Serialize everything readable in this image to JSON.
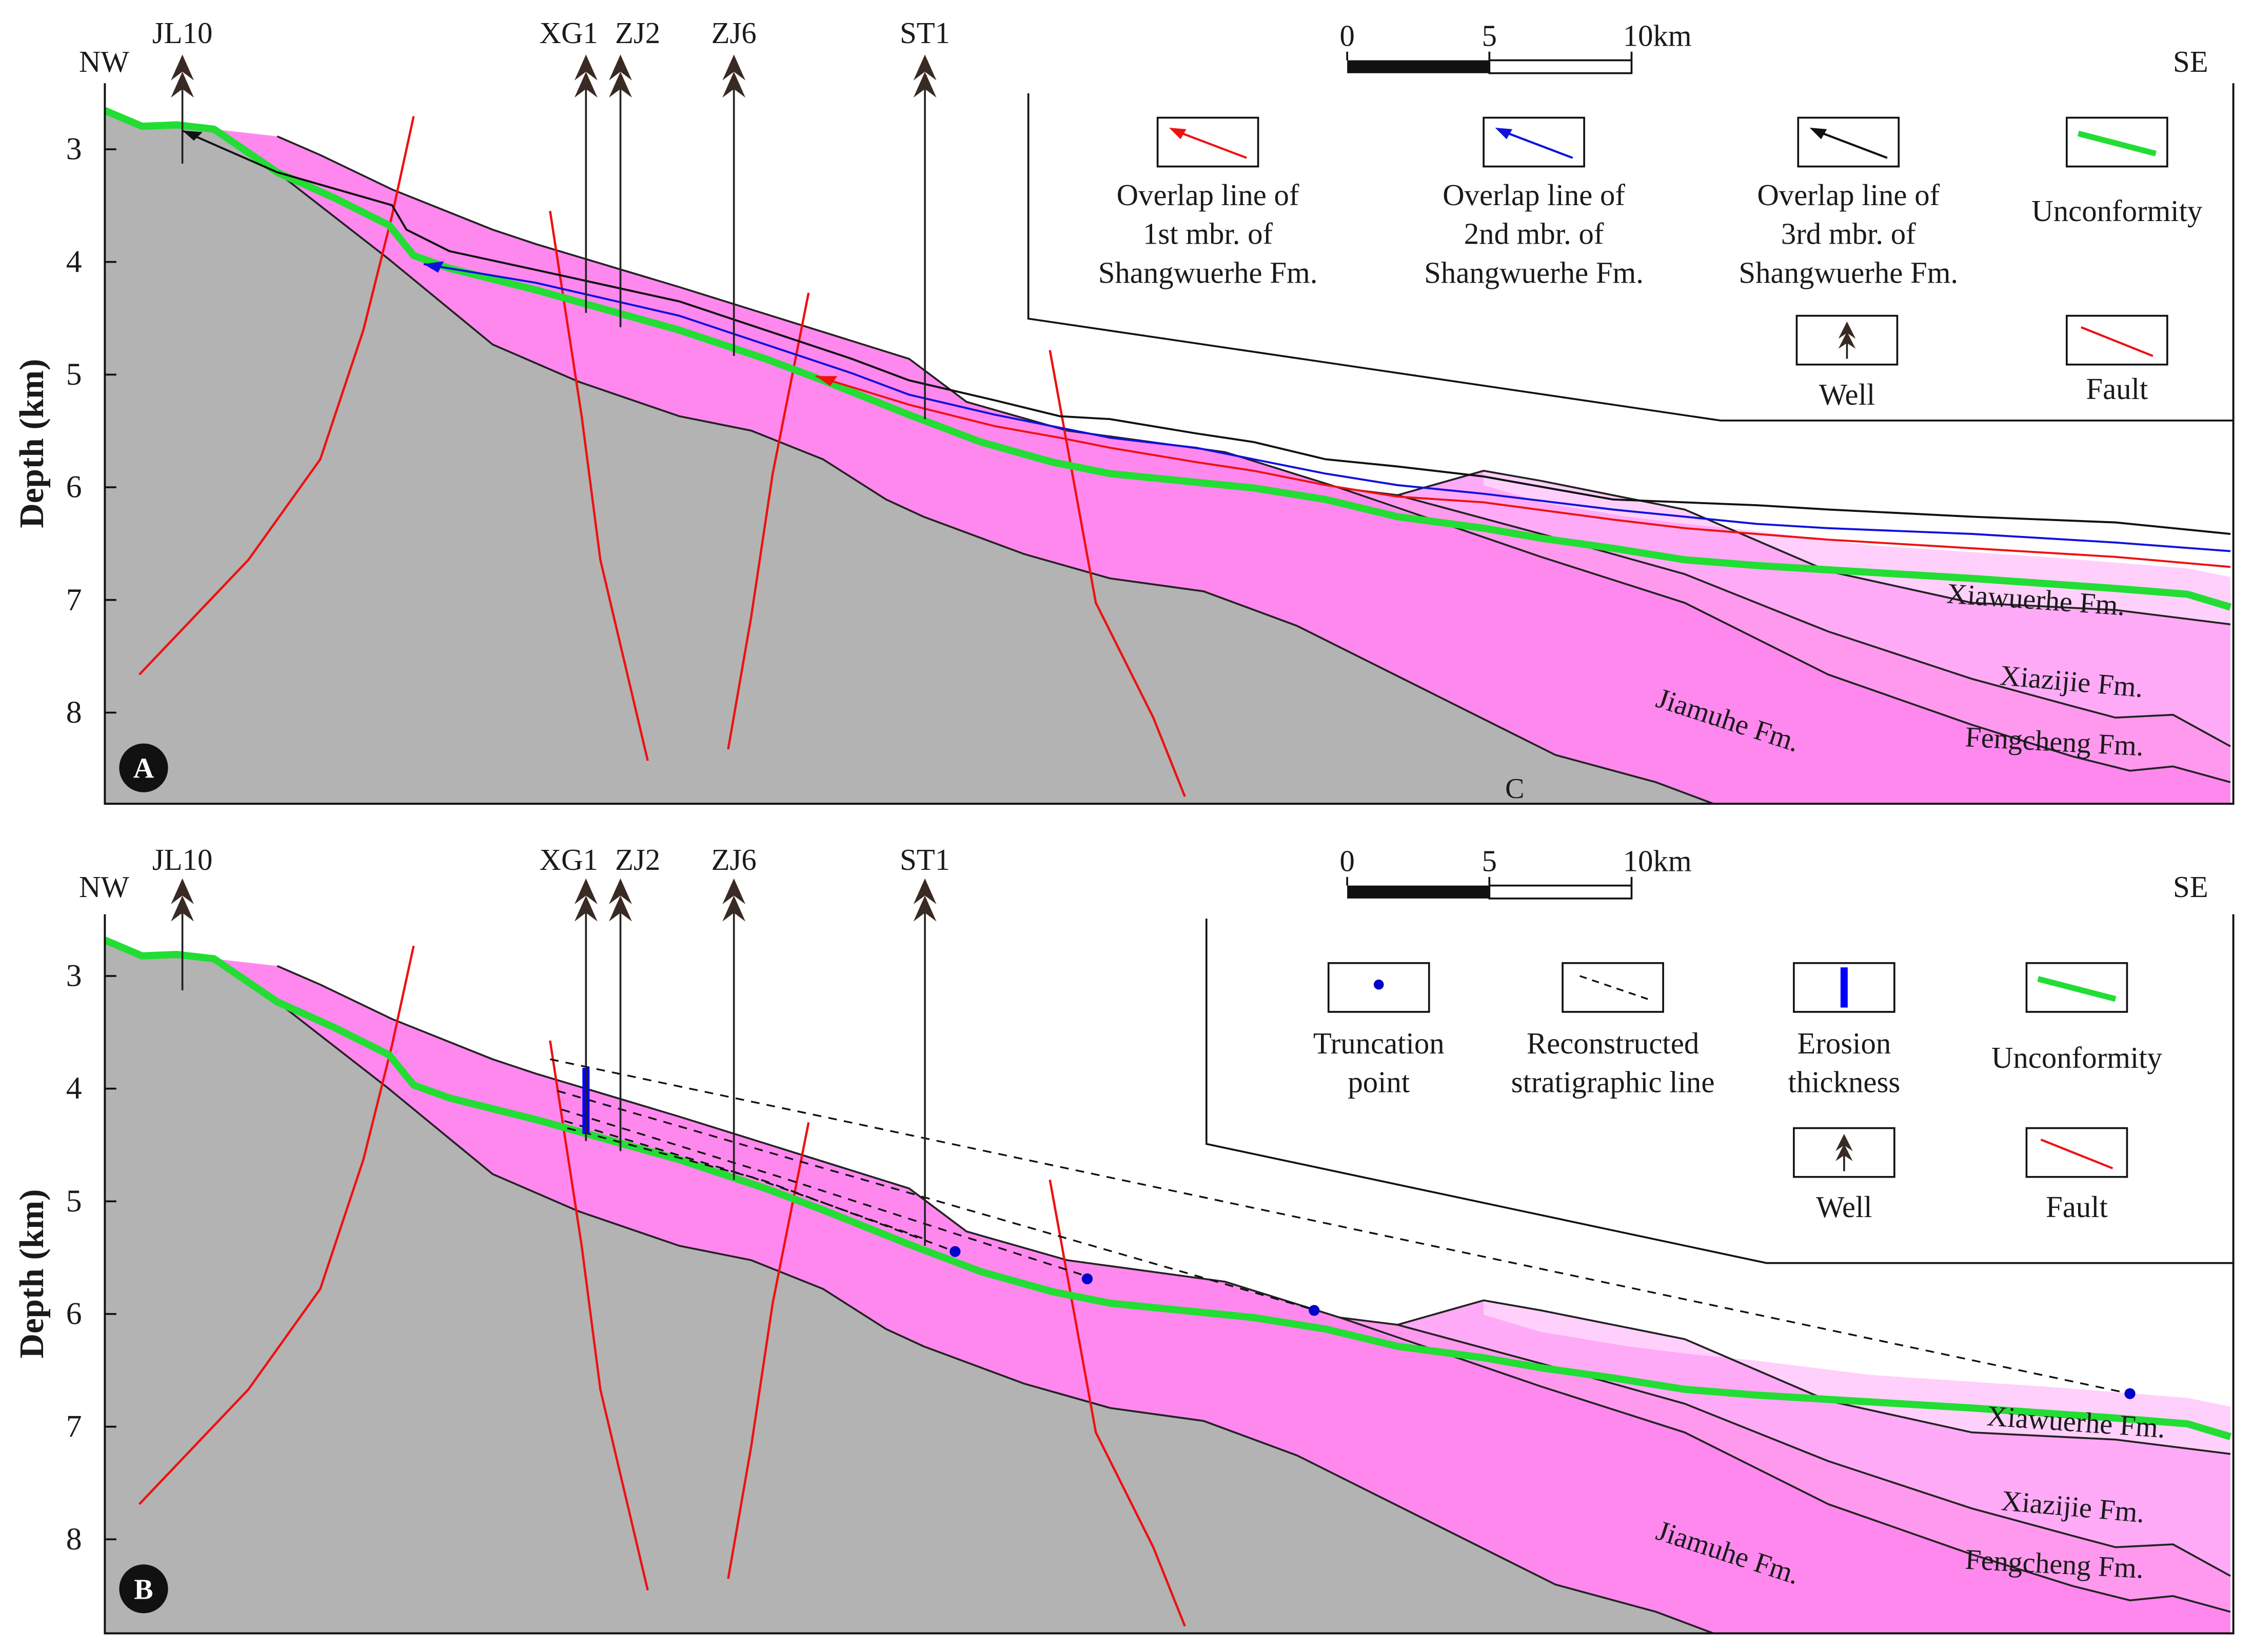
{
  "colors": {
    "basement": "#b3b3b3",
    "jiamuhe": "#ff88ee",
    "fengcheng": "#ff99ee",
    "xiazijie": "#ffaaf7",
    "xiawuerhe": "#ffd0fb",
    "unconformity": "#22dd33",
    "fault": "#ee1111",
    "overlap_1st": "#ee1111",
    "overlap_2nd": "#1111dd",
    "overlap_3rd": "#111111",
    "truncation": "#0000cc",
    "erosion": "#0000ff",
    "well": "#3a2a24"
  },
  "panels": [
    {
      "badge": "A",
      "directions": {
        "left": "NW",
        "right": "SE"
      },
      "y_axis": {
        "title": "Depth (km)",
        "ticks": [
          "3",
          "4",
          "5",
          "6",
          "7",
          "8"
        ]
      },
      "wells": [
        "JL10",
        "XG1",
        "ZJ2",
        "ZJ6",
        "ST1"
      ],
      "scale_bar": {
        "labels": [
          "0",
          "5",
          "10km"
        ]
      },
      "formations": [
        "Xiawuerhe Fm.",
        "Xiazijie Fm.",
        "Fengcheng Fm.",
        "Jiamuhe Fm."
      ],
      "extra_label": "C",
      "legend": [
        {
          "icon": "overlap-line-1st-icon",
          "lines": [
            "Overlap line of",
            "1st mbr. of",
            "Shangwuerhe Fm."
          ]
        },
        {
          "icon": "overlap-line-2nd-icon",
          "lines": [
            "Overlap line of",
            "2nd mbr. of",
            "Shangwuerhe Fm."
          ]
        },
        {
          "icon": "overlap-line-3rd-icon",
          "lines": [
            "Overlap line of",
            "3rd mbr. of",
            "Shangwuerhe Fm."
          ]
        },
        {
          "icon": "unconformity-icon",
          "lines": [
            "Unconformity"
          ]
        },
        {
          "icon": "well-icon",
          "lines": [
            "Well"
          ]
        },
        {
          "icon": "fault-icon",
          "lines": [
            "Fault"
          ]
        }
      ]
    },
    {
      "badge": "B",
      "directions": {
        "left": "NW",
        "right": "SE"
      },
      "y_axis": {
        "title": "Depth (km)",
        "ticks": [
          "3",
          "4",
          "5",
          "6",
          "7",
          "8"
        ]
      },
      "wells": [
        "JL10",
        "XG1",
        "ZJ2",
        "ZJ6",
        "ST1"
      ],
      "scale_bar": {
        "labels": [
          "0",
          "5",
          "10km"
        ]
      },
      "formations": [
        "Xiawuerhe Fm.",
        "Xiazijie Fm.",
        "Fengcheng Fm.",
        "Jiamuhe Fm."
      ],
      "legend": [
        {
          "icon": "truncation-point-icon",
          "lines": [
            "Truncation",
            "point"
          ]
        },
        {
          "icon": "reconstructed-line-icon",
          "lines": [
            "Reconstructed",
            "stratigraphic line"
          ]
        },
        {
          "icon": "erosion-thickness-icon",
          "lines": [
            "Erosion",
            "thickness"
          ]
        },
        {
          "icon": "unconformity-icon",
          "lines": [
            "Unconformity"
          ]
        },
        {
          "icon": "well-icon",
          "lines": [
            "Well"
          ]
        },
        {
          "icon": "fault-icon",
          "lines": [
            "Fault"
          ]
        }
      ]
    }
  ]
}
